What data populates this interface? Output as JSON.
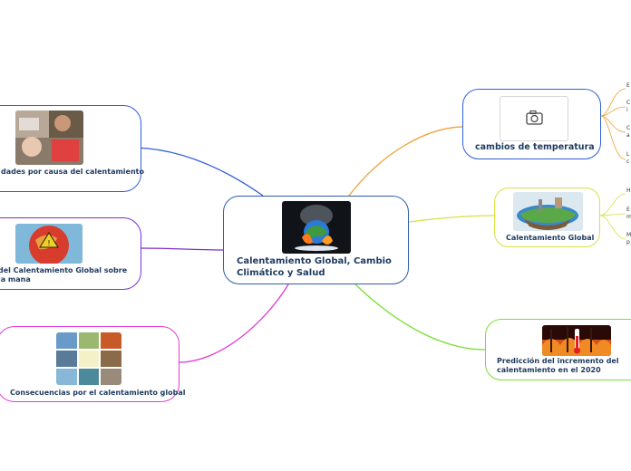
{
  "central": {
    "title": "Calentamiento Global, Cambio Climático y Salud",
    "image": "burning-earth-image"
  },
  "left_nodes": [
    {
      "label": "dades por causa del calentamiento",
      "image": "sick-children-photo"
    },
    {
      "label": "del Calentamiento Global sobre la mana",
      "image": "hot-globe-hazard-photo"
    },
    {
      "label": "Consecuencias por el calentamiento global",
      "image": "climate-collage-photo"
    }
  ],
  "right_nodes": [
    {
      "label": "cambios de temperatura",
      "image": "camera-icon"
    },
    {
      "label": "Calentamiento Global",
      "image": "melting-island-photo"
    },
    {
      "label": "Predicción del incremento del calentamiento en el 2020",
      "image": "forest-fire-thermometer-photo"
    }
  ],
  "temp_leaves": [
    "E",
    "C",
    "i",
    "C",
    "a",
    "L",
    "c"
  ],
  "cg_leaves": [
    "H",
    "E",
    "m",
    "M",
    "p"
  ],
  "colors": {
    "central_border": "#2e5ea8",
    "left1": "#2e5ed8",
    "left2": "#7b2fd0",
    "left3": "#e23bd6",
    "right1": "#f0a030",
    "right2": "#d8e040",
    "right3": "#7ae030"
  }
}
